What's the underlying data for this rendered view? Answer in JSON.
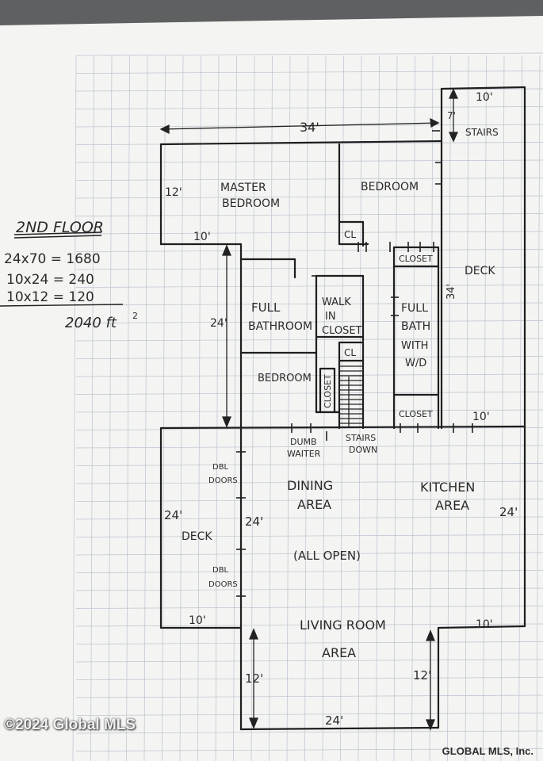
{
  "summary": {
    "title": "2ND FLOOR",
    "calcs": [
      "24x70 = 1680",
      "10x24 =  240",
      "10x12 =  120"
    ],
    "total": "2040 ft",
    "total_exp": "2"
  },
  "rooms": {
    "master_bedroom_1": "MASTER",
    "master_bedroom_2": "BEDROOM",
    "bedroom_top": "BEDROOM",
    "cl_top": "CL",
    "closet_upper": "CLOSET",
    "deck_right": "DECK",
    "full_bath_1": "FULL",
    "full_bath_2": "BATHROOM",
    "walk_in_1": "WALK",
    "walk_in_2": "IN",
    "walk_in_3": "CLOSET",
    "cl_mid": "CL",
    "full_bath_wd_1": "FULL",
    "full_bath_wd_2": "BATH",
    "full_bath_wd_3": "WITH",
    "full_bath_wd_4": "W/D",
    "bedroom_mid": "BEDROOM",
    "closet_vertical": "CLOSET",
    "closet_lower": "CLOSET",
    "dumb_waiter_1": "DUMB",
    "dumb_waiter_2": "WAITER",
    "stairs_down_1": "STAIRS",
    "stairs_down_2": "DOWN",
    "stairs_top": "STAIRS",
    "dbl_doors_top_1": "DBL",
    "dbl_doors_top_2": "DOORS",
    "dbl_doors_bot_1": "DBL",
    "dbl_doors_bot_2": "DOORS",
    "deck_left": "DECK",
    "dining_1": "DINING",
    "dining_2": "AREA",
    "kitchen_1": "KITCHEN",
    "kitchen_2": "AREA",
    "all_open": "(ALL OPEN)",
    "living_1": "LIVING ROOM",
    "living_2": "AREA"
  },
  "dimensions": {
    "top_width": "34'",
    "top_right_width": "10'",
    "stairs_height": "7'",
    "master_height": "12'",
    "master_bottom": "10'",
    "hall_height": "24'",
    "deck_right_height": "34'",
    "closet_right_10": "10'",
    "left_deck_height": "24'",
    "dining_left_height": "24'",
    "kitchen_height": "24'",
    "left_deck_bottom": "10'",
    "right_bottom": "10'",
    "living_left_height": "12'",
    "living_right_height": "12'",
    "living_bottom": "24'"
  },
  "watermark": "©2024 Global MLS",
  "brand": "GLOBAL MLS, Inc."
}
